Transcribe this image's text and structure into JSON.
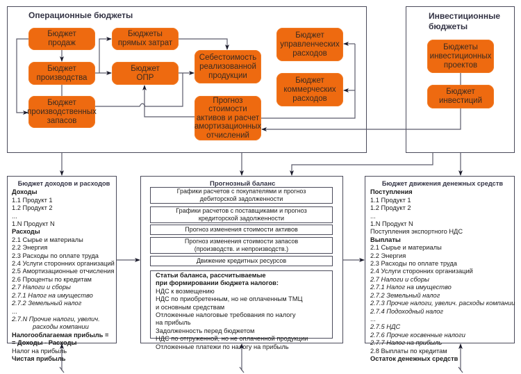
{
  "operational": {
    "title": "Операционные бюджеты",
    "boxes": {
      "sales": "Бюджет\nпродаж",
      "production": "Бюджет\nпроизводства",
      "inventory": "Бюджет\nпроизводственных\nзапасов",
      "direct_costs": "Бюджеты\nпрямых затрат",
      "opr": "Бюджет\nОПР",
      "cogs": "Себестоимость\nреализованной\nпродукции",
      "assets_forecast": "Прогноз\nстоимости\nактивов и расчет\nамортизационных\nотчислений",
      "admin_expenses": "Бюджет\nуправленческих\nрасходов",
      "commercial_expenses": "Бюджет\nкоммерческих\nрасходов"
    }
  },
  "investment": {
    "title": "Инвестиционные\nбюджеты",
    "boxes": {
      "projects": "Бюджеты\nинвестиционных\nпроектов",
      "investments": "Бюджет\nинвестиций"
    }
  },
  "income_budget": {
    "title": "Бюджет доходов и расходов",
    "lines": [
      {
        "text": "Доходы",
        "style": "b"
      },
      {
        "text": "1.1 Продукт 1",
        "style": ""
      },
      {
        "text": "1.2 Продукт 2",
        "style": ""
      },
      {
        "text": "...",
        "style": ""
      },
      {
        "text": "1.N Продукт N",
        "style": ""
      },
      {
        "text": "Расходы",
        "style": "b"
      },
      {
        "text": "2.1 Сырье и материалы",
        "style": ""
      },
      {
        "text": "2.2 Энергия",
        "style": ""
      },
      {
        "text": "2.3 Расходы по оплате труда",
        "style": ""
      },
      {
        "text": "2.4 Услуги сторонних организаций",
        "style": ""
      },
      {
        "text": "2.5 Амортизационные отчисления",
        "style": ""
      },
      {
        "text": "2.6 Проценты по кредитам",
        "style": ""
      },
      {
        "text": "2.7 Налоги и сборы",
        "style": "i"
      },
      {
        "text": "2.7.1 Налог на имущество",
        "style": "i"
      },
      {
        "text": "2.7.2 Земельный налог",
        "style": "i"
      },
      {
        "text": "...",
        "style": ""
      },
      {
        "text": "2.7.N Прочие налоги, увелич.",
        "style": "i"
      },
      {
        "text": "расходы компании",
        "style": "i indent"
      },
      {
        "text": "Налогооблагаемая прибыль =",
        "style": "b"
      },
      {
        "text": "= Доходы - Расходы",
        "style": "b"
      },
      {
        "text": "Налог на прибыль",
        "style": ""
      },
      {
        "text": "Чистая прибыль",
        "style": "b"
      }
    ]
  },
  "balance": {
    "title": "Прогнозный баланс",
    "items": [
      "Графики расчетов с покупателями и прогноз\nдебиторской задолженности",
      "Графики расчетов с поставщиками и прогноз\nкредиторской задолженности",
      "Прогноз изменения стоимости активов",
      "Прогноз изменения стоимости запасов\n(производств. и непроизводств.)",
      "Движение кредитных ресурсов"
    ],
    "tax_section": {
      "heading": [
        "Статьи баланса, рассчитываемые",
        "при формировании бюджета налогов:"
      ],
      "lines": [
        "НДС к возмещению",
        "НДС по приобретенным, но не оплаченным ТМЦ",
        "и основным средствам",
        "Отложенные налоговые требования по налогу",
        "на прибыль",
        "Задолженность перед бюджетом",
        "НДС по отгруженной, но не оплаченной продукции",
        "Отложенные платежи по налогу на прибыль"
      ]
    }
  },
  "cashflow_budget": {
    "title": "Бюджет движения денежных средств",
    "lines": [
      {
        "text": "Поступления",
        "style": "b"
      },
      {
        "text": "1.1 Продукт 1",
        "style": ""
      },
      {
        "text": "1.2 Продукт 2",
        "style": ""
      },
      {
        "text": "...",
        "style": ""
      },
      {
        "text": "1.N Продукт N",
        "style": ""
      },
      {
        "text": "Поступления экспортного НДС",
        "style": ""
      },
      {
        "text": "Выплаты",
        "style": "b"
      },
      {
        "text": "2.1 Сырье и материалы",
        "style": ""
      },
      {
        "text": "2.2 Энергия",
        "style": ""
      },
      {
        "text": "2.3 Расходы по оплате труда",
        "style": ""
      },
      {
        "text": "2.4 Услуги сторонних организаций",
        "style": ""
      },
      {
        "text": "2.7 Налоги и сборы",
        "style": "i"
      },
      {
        "text": "2.7.1 Налог на имущество",
        "style": "i"
      },
      {
        "text": "2.7.2 Земельный налог",
        "style": "i"
      },
      {
        "text": "2.7.3 Прочие налоги, увелич. расходы компании",
        "style": "i"
      },
      {
        "text": "2.7.4 Подоходный налог",
        "style": "i"
      },
      {
        "text": "...",
        "style": ""
      },
      {
        "text": "2.7.5 НДС",
        "style": "i"
      },
      {
        "text": "2.7.6 Прочие косвенные налоги",
        "style": "i"
      },
      {
        "text": "2.7.7 Налог на прибыль",
        "style": "i"
      },
      {
        "text": "2.8 Выплаты по кредитам",
        "style": ""
      },
      {
        "text": "Остаток денежных средств",
        "style": "b"
      }
    ]
  }
}
